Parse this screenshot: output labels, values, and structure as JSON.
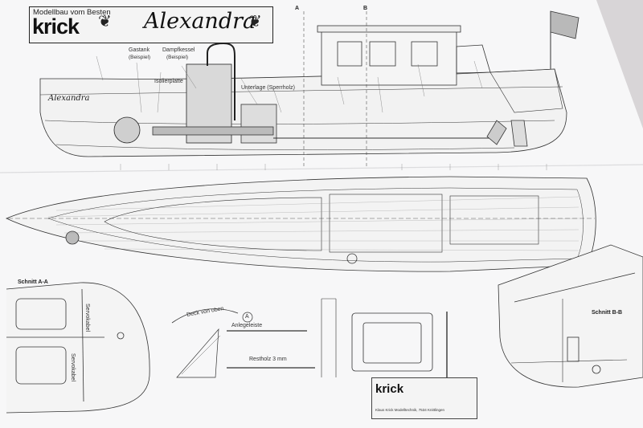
{
  "title_block": {
    "tagline": "Modellbau vom Besten",
    "brand": "krick",
    "boat_name": "Alexandra"
  },
  "side_view": {
    "hull_name": "Alexandra",
    "labels": {
      "gas_tank": "Gastank",
      "gas_tank_note": "(Beispiel)",
      "boiler": "Dampfkessel",
      "boiler_note": "(Beispiel)",
      "insulation": "Isolierplatte",
      "base": "Unterlage (Sperrholz)"
    },
    "section_marks": [
      "A",
      "B"
    ]
  },
  "sections": {
    "a": "Schnitt A-A",
    "b": "Schnitt B-B"
  },
  "parts": {
    "servo_1": "Servokabel",
    "servo_2": "Servokabel",
    "deck_label": "Deck von oben",
    "circle_ref": "A",
    "mounting_strip": "Anlegeleiste",
    "residual_wood": "Restholz 3 mm"
  },
  "footer": {
    "brand": "krick",
    "company": "Klaus Krick Modelltechnik, 7534 Knittlingen"
  }
}
